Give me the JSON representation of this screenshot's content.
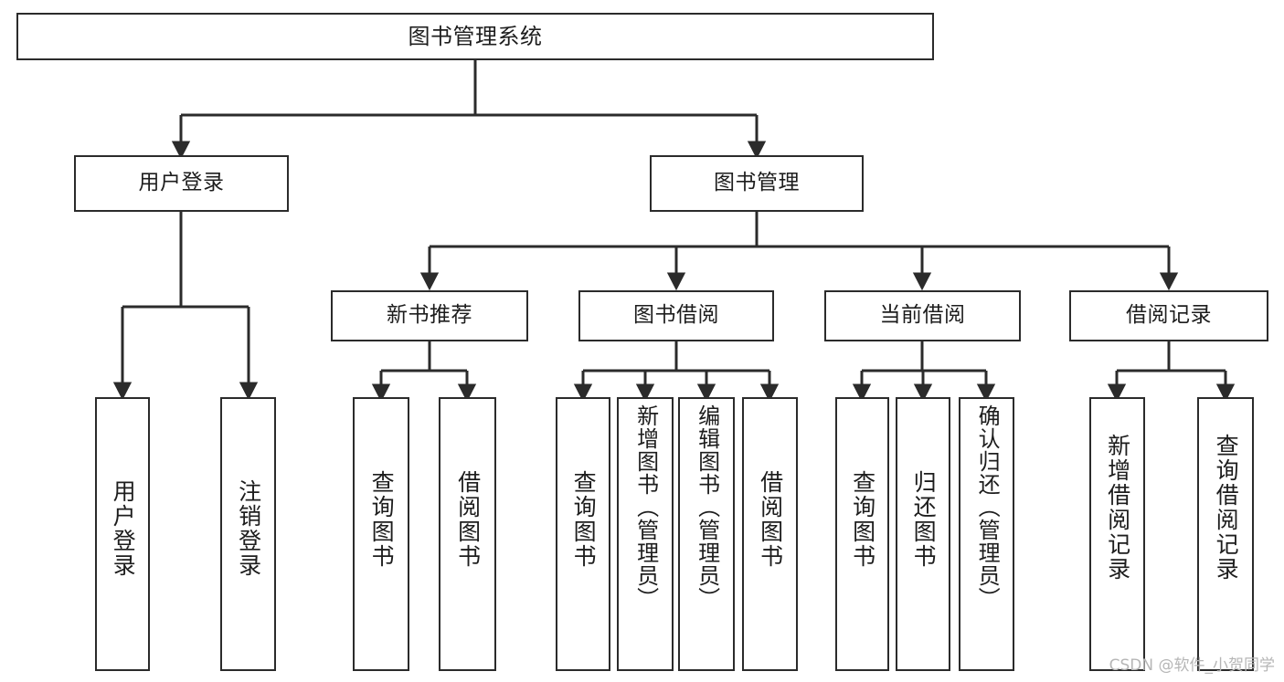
{
  "diagram": {
    "title": "图书管理系统",
    "type": "tree-hierarchy-chart",
    "root": {
      "id": "root",
      "label": "图书管理系统"
    },
    "level2": [
      {
        "id": "user-login",
        "label": "用户登录"
      },
      {
        "id": "book-management",
        "label": "图书管理"
      }
    ],
    "level3": [
      {
        "id": "new-book-recommend",
        "label": "新书推荐",
        "parent": "book-management"
      },
      {
        "id": "book-borrow",
        "label": "图书借阅",
        "parent": "book-management"
      },
      {
        "id": "current-borrow",
        "label": "当前借阅",
        "parent": "book-management"
      },
      {
        "id": "borrow-record",
        "label": "借阅记录",
        "parent": "book-management"
      }
    ],
    "leaves": [
      {
        "id": "leaf-user-login",
        "label": "用户登录",
        "parent": "user-login"
      },
      {
        "id": "leaf-logout-login",
        "label": "注销登录",
        "parent": "user-login"
      },
      {
        "id": "leaf-query-book-1",
        "label": "查询图书",
        "parent": "new-book-recommend"
      },
      {
        "id": "leaf-borrow-book-1",
        "label": "借阅图书",
        "parent": "new-book-recommend"
      },
      {
        "id": "leaf-query-book-2",
        "label": "查询图书",
        "parent": "book-borrow"
      },
      {
        "id": "leaf-add-book",
        "label": "新增图书（管理员）",
        "parent": "book-borrow"
      },
      {
        "id": "leaf-edit-book",
        "label": "编辑图书（管理员）",
        "parent": "book-borrow"
      },
      {
        "id": "leaf-borrow-book-2",
        "label": "借阅图书",
        "parent": "book-borrow"
      },
      {
        "id": "leaf-query-book-3",
        "label": "查询图书",
        "parent": "current-borrow"
      },
      {
        "id": "leaf-return-book",
        "label": "归还图书",
        "parent": "current-borrow"
      },
      {
        "id": "leaf-confirm-return",
        "label": "确认归还（管理员）",
        "parent": "current-borrow"
      },
      {
        "id": "leaf-add-record",
        "label": "新增借阅记录",
        "parent": "borrow-record"
      },
      {
        "id": "leaf-query-record",
        "label": "查询借阅记录",
        "parent": "borrow-record"
      }
    ],
    "watermark": "CSDN @软件_小贺同学",
    "colors": {
      "stroke": "#2b2b2b",
      "fill": "#ffffff",
      "text": "#1d1d1d",
      "watermark": "#b6b6b6"
    }
  }
}
